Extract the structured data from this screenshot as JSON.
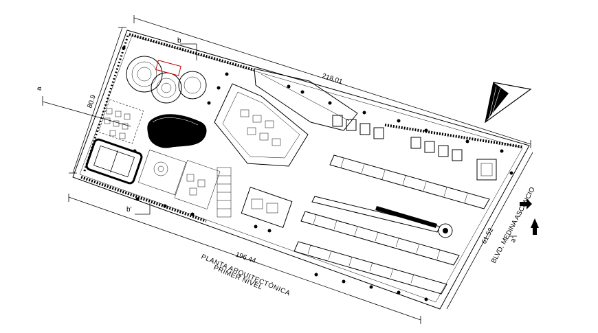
{
  "plan": {
    "title_line1": "PLANTA ARQUITECTÓNICA",
    "title_line2": "PRIMER NIVEL",
    "street_label": "BLVD. MEDINA ASCENCIO",
    "dimensions": {
      "top": "218.01",
      "bottom": "196.44",
      "left": "80.9",
      "right": "61.52"
    },
    "section_marks": {
      "section_b": "b",
      "section_b_prime": "b'",
      "section_a": "a",
      "section_a_prime": "a'"
    },
    "colors": {
      "ink": "#000000",
      "background": "#ffffff",
      "accent": "#cc0000"
    },
    "icons": [
      "north-arrow-icon",
      "entrance-arrow-icon",
      "fountain-icon",
      "pool-icon",
      "tennis-court-icon"
    ]
  }
}
